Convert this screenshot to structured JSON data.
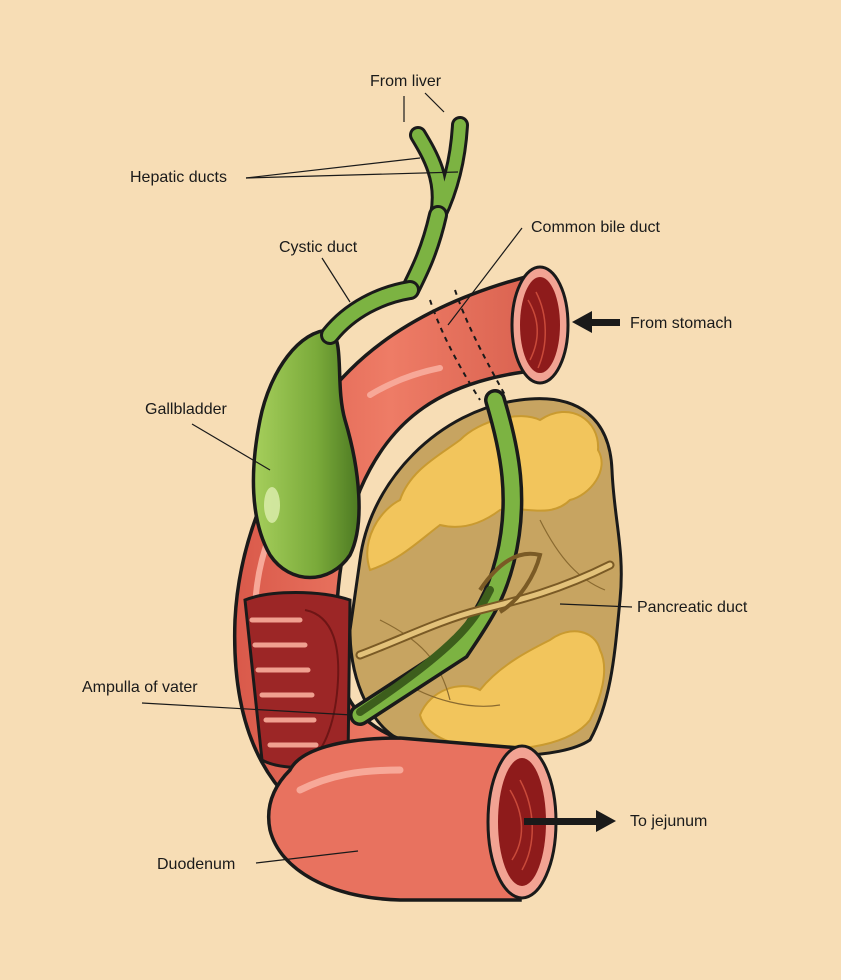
{
  "labels": {
    "from_liver": "From liver",
    "hepatic_ducts": "Hepatic ducts",
    "cystic_duct": "Cystic duct",
    "common_bile_duct": "Common bile duct",
    "from_stomach": "From stomach",
    "gallbladder": "Gallbladder",
    "pancreatic_duct": "Pancreatic duct",
    "ampulla_of_vater": "Ampulla of vater",
    "to_jejunum": "To jejunum",
    "duodenum": "Duodenum"
  },
  "colors": {
    "background": "#f7ddb5",
    "duodenum": "#e8725f",
    "duodenum_inner": "#8e1b1b",
    "gallbladder": "#8fbf4d",
    "duct": "#7cb342",
    "pancreas": "#c7a461",
    "pancreas_fat": "#f2c55c",
    "outline": "#1a1a1a"
  }
}
